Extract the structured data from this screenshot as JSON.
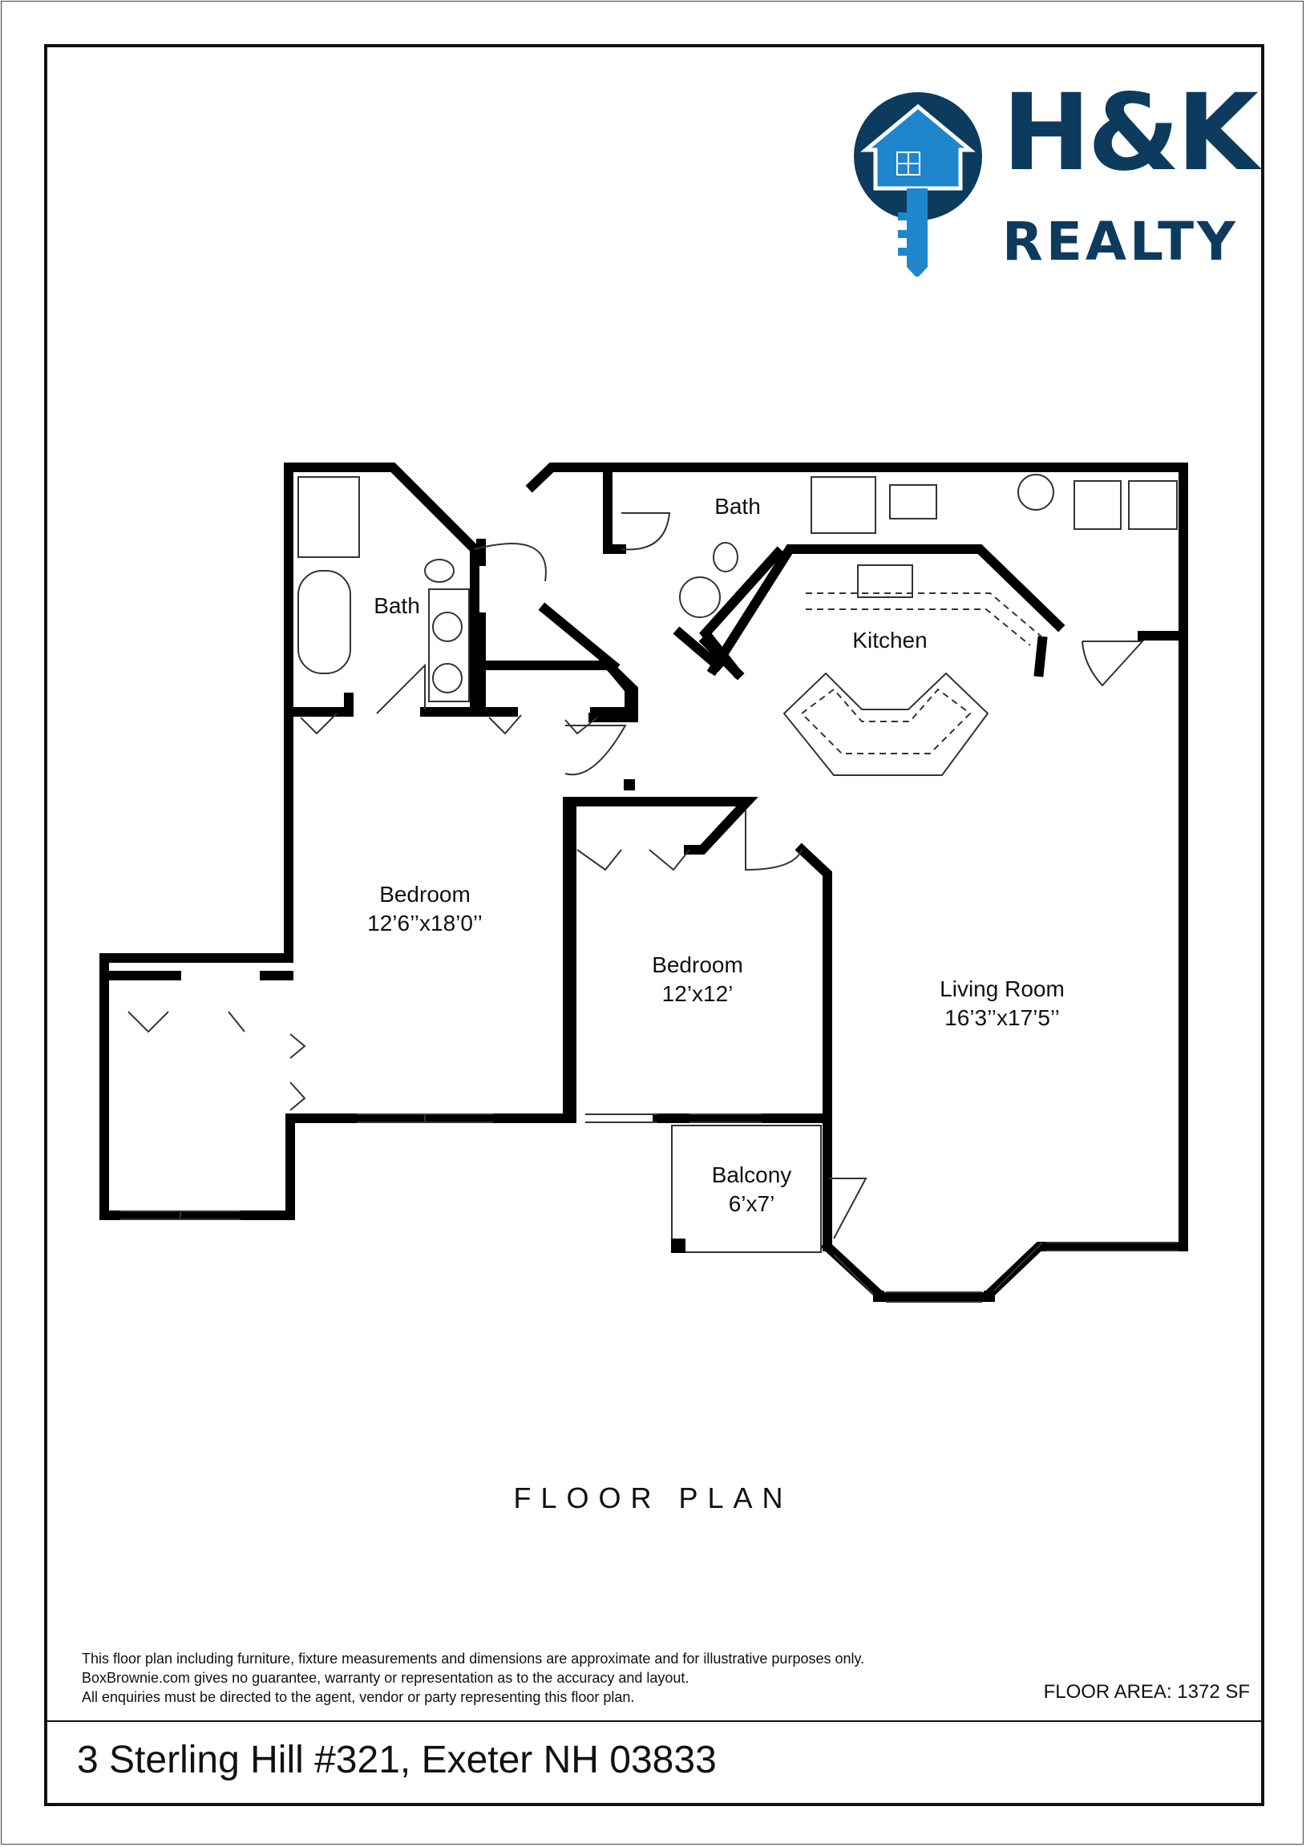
{
  "brand": {
    "name": "H&K",
    "sub": "REALTY",
    "icon": "house-key-icon",
    "colors": {
      "navy": "#0d3b5e",
      "blue": "#1f86cc"
    }
  },
  "rooms": {
    "bath_left": "Bath",
    "bath_top": "Bath",
    "kitchen": "Kitchen",
    "bedroom_master": {
      "name": "Bedroom",
      "size": "12’6’’x18’0’’"
    },
    "bedroom_second": {
      "name": "Bedroom",
      "size": "12’x12’"
    },
    "living_room": {
      "name": "Living Room",
      "size": "16’3’’x17’5’’"
    },
    "balcony": {
      "name": "Balcony",
      "size": "6’x7’"
    }
  },
  "plan_title": "FLOOR PLAN",
  "disclaimer": [
    "This floor plan including furniture, fixture measurements and dimensions are approximate and for illustrative purposes only.",
    "BoxBrownie.com gives no guarantee, warranty or representation as to the accuracy and layout.",
    "All enquiries must be directed to the agent, vendor or party representing this floor plan."
  ],
  "floor_area": "FLOOR AREA: 1372 SF",
  "address": "3 Sterling Hill #321, Exeter NH 03833",
  "colors": {
    "wall": "#000000",
    "line": "#333333"
  }
}
